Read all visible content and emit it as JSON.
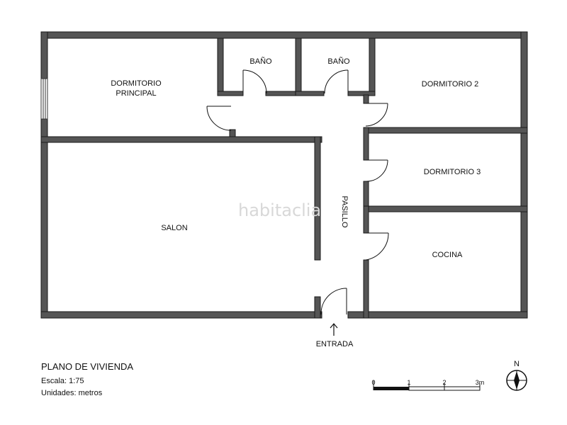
{
  "rooms": {
    "dormitorio_principal_line1": "DORMITORIO",
    "dormitorio_principal_line2": "PRINCIPAL",
    "bano_1": "BAÑO",
    "bano_2": "BAÑO",
    "dormitorio_2": "DORMITORIO 2",
    "dormitorio_3": "DORMITORIO 3",
    "salon": "SALON",
    "pasillo": "PASILLO",
    "cocina": "COCINA"
  },
  "entrance": {
    "label": "ENTRADA"
  },
  "watermark": "habitaclia",
  "plan_info": {
    "title": "PLANO DE VIVIENDA",
    "scale": "Escala: 1:75",
    "units": "Unidades: metros"
  },
  "scale_bar": {
    "ticks": [
      "0",
      "1",
      "2",
      "3m"
    ]
  },
  "north_arrow": {
    "label": "N"
  },
  "colors": {
    "wall": "#555555",
    "wall_outline": "#1a1a1a",
    "background": "#ffffff",
    "watermark": "#d8d8d8"
  }
}
